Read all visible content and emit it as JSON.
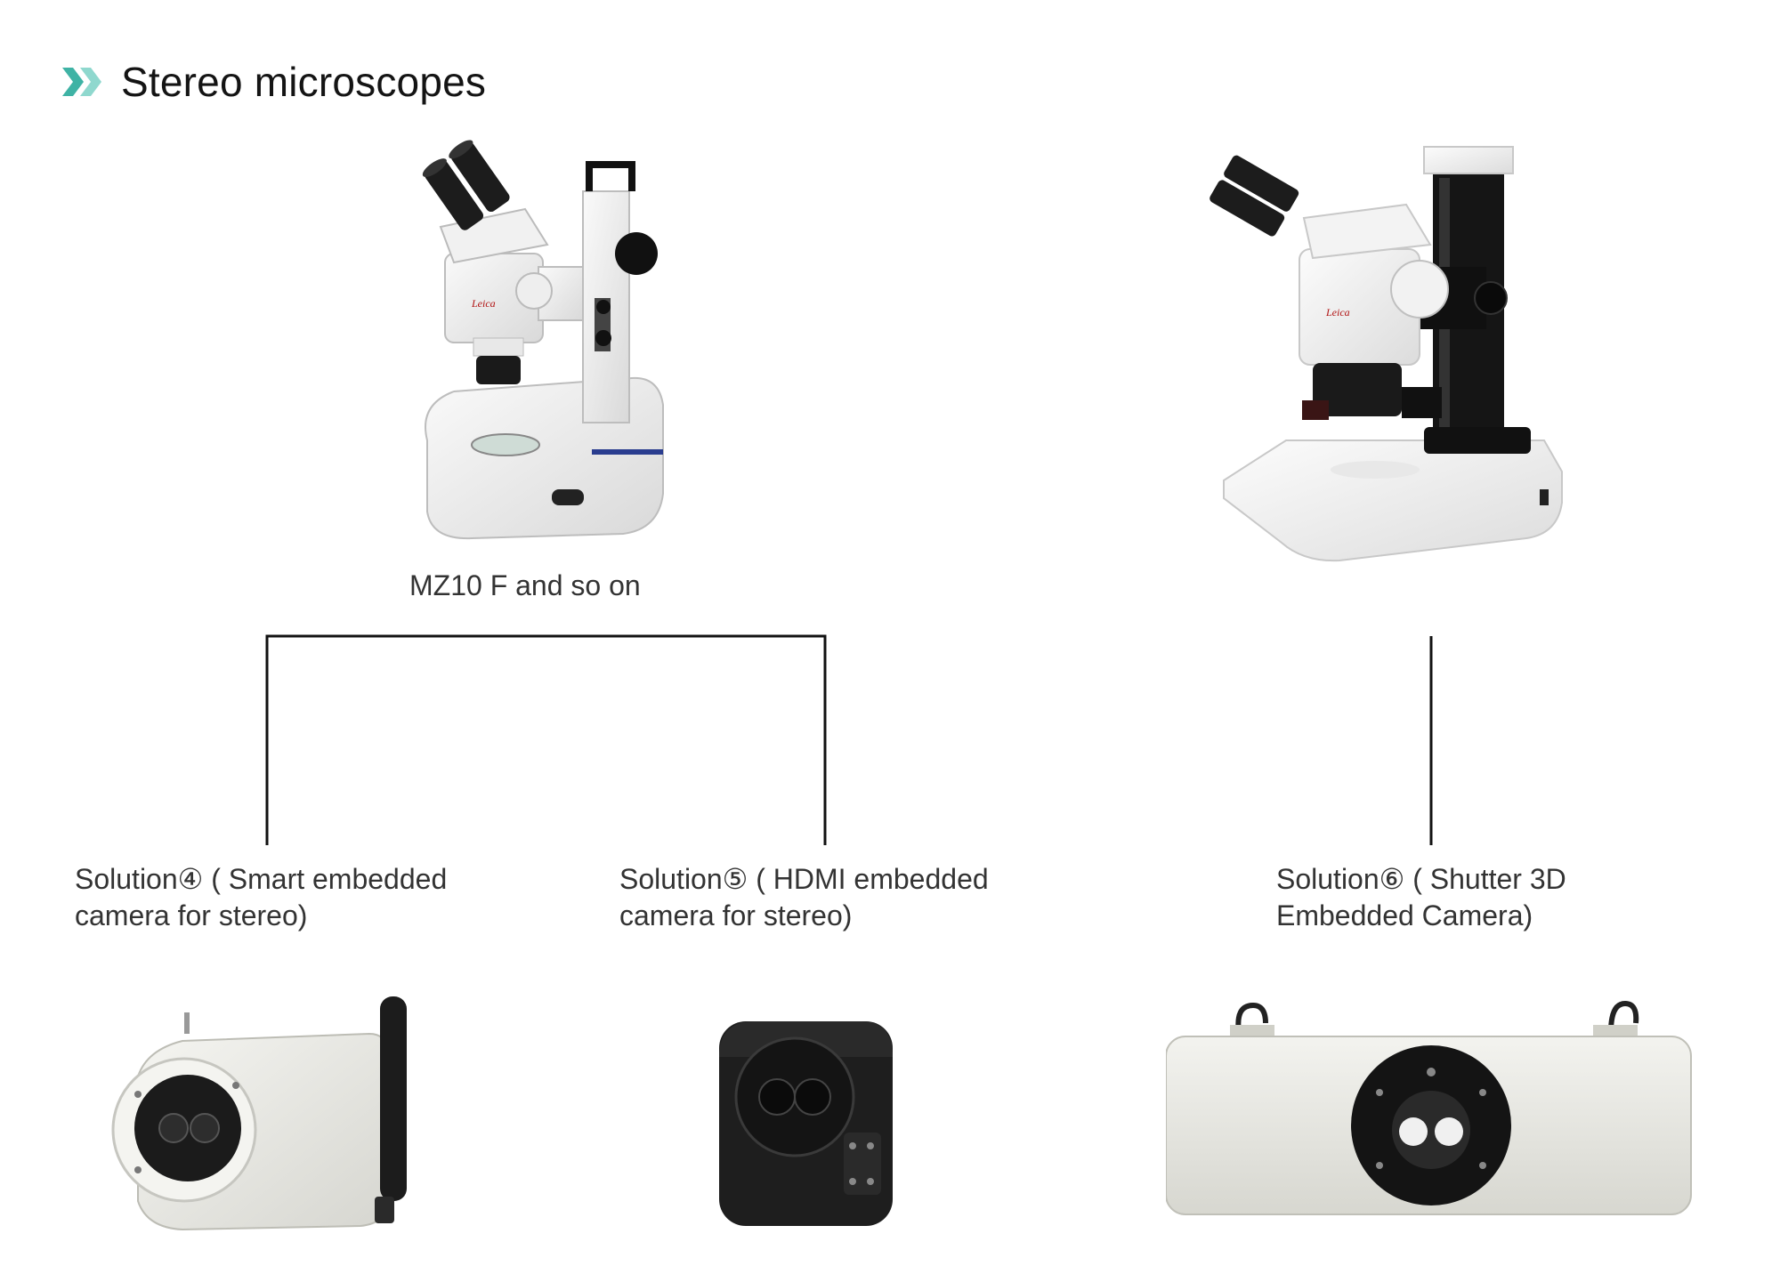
{
  "header": {
    "title": "Stereo microscopes"
  },
  "microscopes": [
    {
      "caption": "MZ10 F and so on",
      "brand": "Leica"
    },
    {
      "caption": "",
      "brand": "Leica"
    }
  ],
  "solutions": [
    {
      "line1": "Solution④ ( Smart embedded",
      "line2": "camera for stereo)"
    },
    {
      "line1": "Solution⑤ ( HDMI embedded",
      "line2": "camera for stereo)"
    },
    {
      "line1": "Solution⑥ ( Shutter 3D",
      "line2": "Embedded Camera)"
    }
  ],
  "colors": {
    "accent": "#5cc3b6",
    "line": "#111111",
    "text": "#333333"
  }
}
